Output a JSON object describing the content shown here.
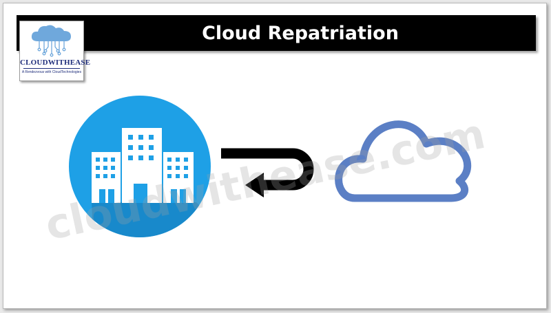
{
  "title": "Cloud Repatriation",
  "logo": {
    "name": "CLOUDWITHEASE",
    "tagline": "A Rendezvous with CloudTechnologies"
  },
  "watermark": "cloudwithease.com",
  "diagram": {
    "source_icon": "office-buildings-icon",
    "target_icon": "cloud-icon",
    "arrow_direction": "from cloud back to on-premises",
    "colors": {
      "circle": "#1ea0e6",
      "circle_shadow": "#1783c4",
      "cloud_outline": "#5b7fc5",
      "arrow": "#000000",
      "title_bar": "#000000",
      "logo_text": "#1d2c7a"
    }
  }
}
